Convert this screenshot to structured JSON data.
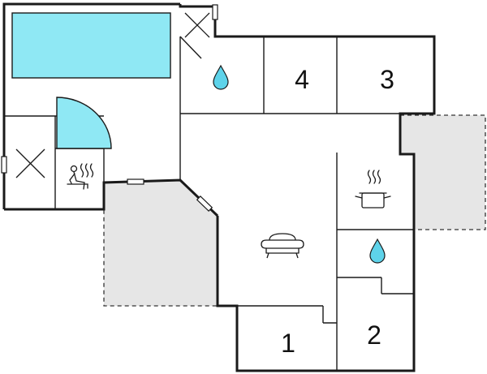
{
  "rooms": {
    "bedroom_1": "1",
    "bedroom_2": "2",
    "bedroom_3": "3",
    "bedroom_4": "4"
  },
  "icons": {
    "pool": "pool-icon",
    "sauna": "sauna-icon",
    "living": "sofa-icon",
    "kitchen": "cooking-pot-icon",
    "bath_upper": "water-drop-icon",
    "bath_right": "water-drop-icon",
    "cross_left": "cross-marker-icon",
    "cross_top": "cross-marker-icon"
  },
  "colors": {
    "wall": "#1a1a1a",
    "pool_fill": "#8fe8f4",
    "water_drop": "#5ed3ea",
    "terrace_fill": "#e6e6e6"
  }
}
